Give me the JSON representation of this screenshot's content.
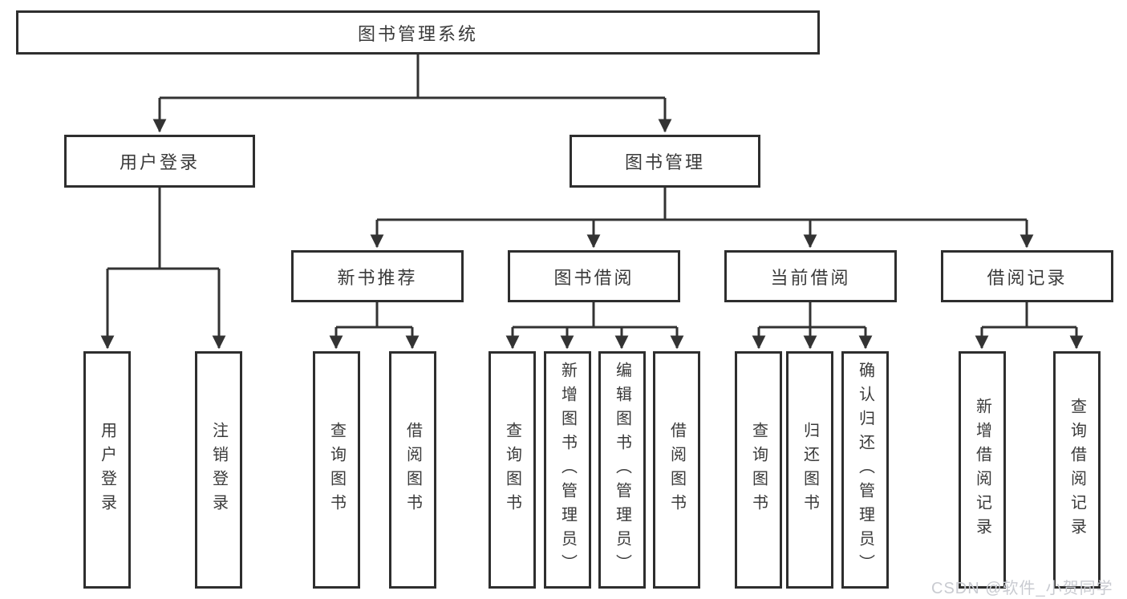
{
  "diagram": {
    "root": "图书管理系统",
    "user_login": {
      "label": "用户登录",
      "children": [
        "用户登录",
        "注销登录"
      ]
    },
    "book_management": {
      "label": "图书管理",
      "sections": {
        "new_book_recommendation": {
          "label": "新书推荐",
          "children": [
            "查询图书",
            "借阅图书"
          ]
        },
        "book_borrowing": {
          "label": "图书借阅",
          "children": [
            "查询图书",
            "新增图书（管理员）",
            "编辑图书（管理员）",
            "借阅图书"
          ]
        },
        "current_borrowing": {
          "label": "当前借阅",
          "children": [
            "查询图书",
            "归还图书",
            "确认归还（管理员）"
          ]
        },
        "borrowing_records": {
          "label": "借阅记录",
          "children": [
            "新增借阅记录",
            "查询借阅记录"
          ]
        }
      }
    }
  },
  "watermark": "CSDN @软件_小贺同学",
  "colors": {
    "line": "#333333",
    "box_border": "#2e2e2e",
    "text": "#3a3a3a",
    "watermark": "#c9cbd1",
    "background": "#ffffff"
  }
}
